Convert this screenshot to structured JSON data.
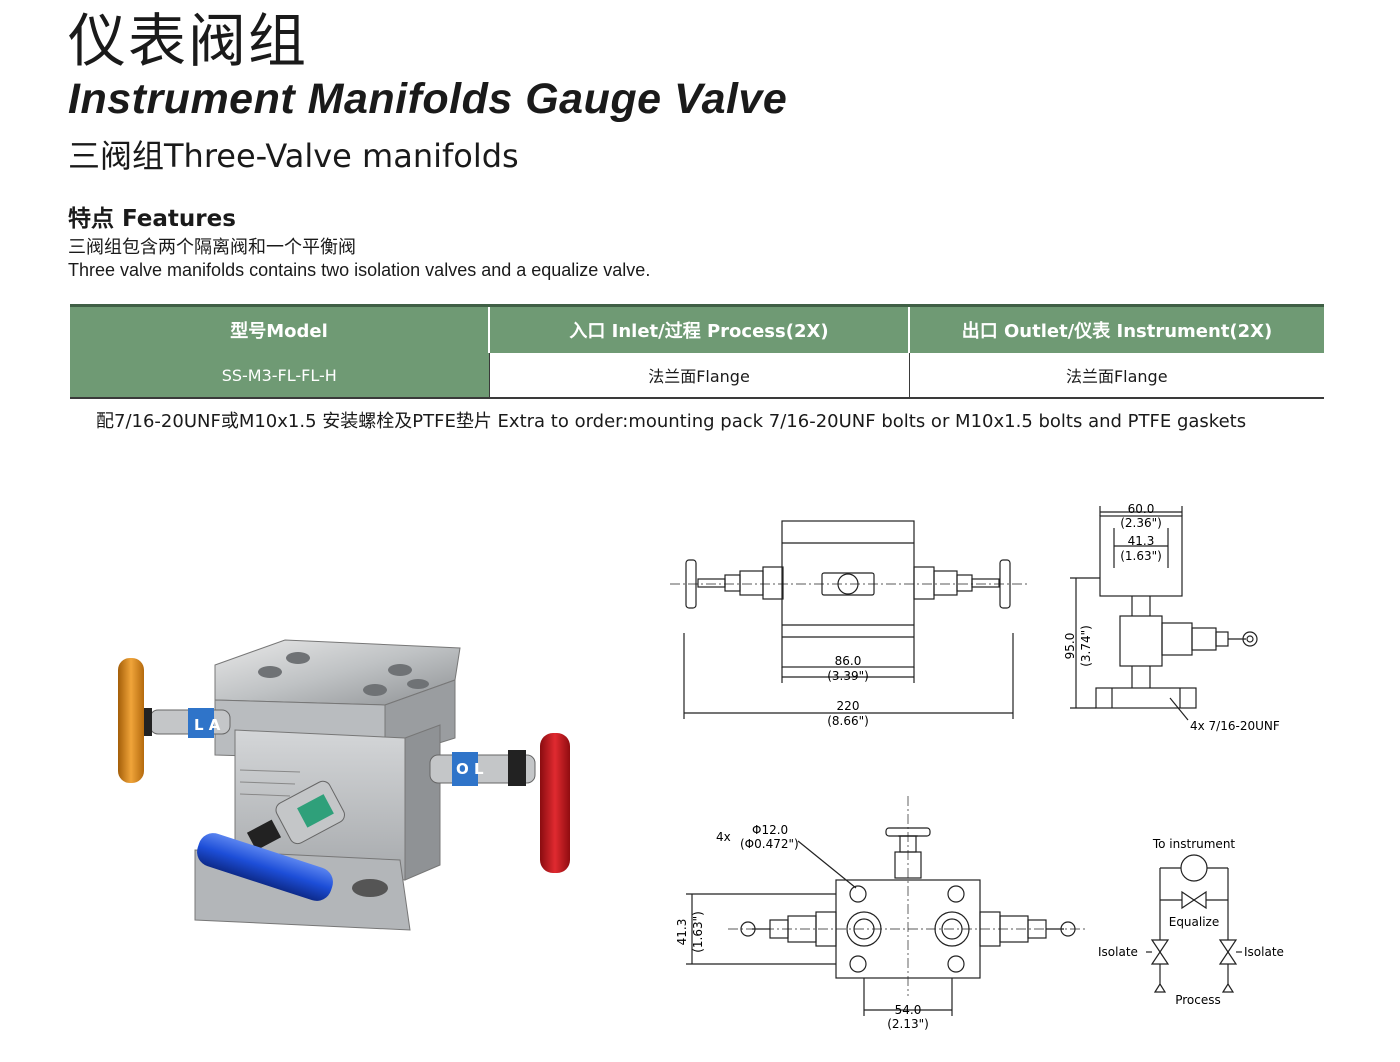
{
  "header": {
    "title_cn": "仪表阀组",
    "title_en": "Instrument  Manifolds Gauge Valve",
    "subtitle": "三阀组Three-Valve manifolds"
  },
  "features": {
    "title": "特点 Features",
    "description_cn": "三阀组包含两个隔离阀和一个平衡阀",
    "description_en": "Three valve manifolds contains two isolation valves and a equalize valve."
  },
  "spec_table": {
    "headers": [
      "型号Model",
      "入口 Inlet/过程 Process(2X)",
      "出口 Outlet/仪表 Instrument(2X)"
    ],
    "rows": [
      [
        "SS-M3-FL-FL-H",
        "法兰面Flange",
        "法兰面Flange"
      ]
    ]
  },
  "note": "配7/16-20UNF或M10x1.5 安装螺栓及PTFE垫片  Extra to order:mounting pack 7/16-20UNF bolts or M10x1.5 bolts and PTFE gaskets",
  "drawings": {
    "front_view": {
      "dim_86": "86.0",
      "dim_86_in": "(3.39\")",
      "dim_220": "220",
      "dim_220_in": "(8.66\")"
    },
    "side_view": {
      "dim_60": "60.0",
      "dim_60_in": "(2.36\")",
      "dim_41": "41.3",
      "dim_41_in": "(1.63\")",
      "dim_95": "95.0",
      "dim_95_in": "(3.74\")",
      "thread": "4x 7/16-20UNF"
    },
    "bottom_view": {
      "hole_count": "4x",
      "hole_dia": "Φ12.0",
      "hole_dia_in": "(Φ0.472\")",
      "dim_41": "41.3",
      "dim_41_in": "(1.63\")",
      "dim_54": "54.0",
      "dim_54_in": "(2.13\")"
    },
    "schematic": {
      "to_instrument": "To instrument",
      "equalize": "Equalize",
      "isolate_left": "Isolate",
      "isolate_right": "Isolate",
      "process": "Process"
    }
  },
  "colors": {
    "table_header": "#6f9a74",
    "handle_orange": "#d98a1a",
    "handle_red": "#c8141c",
    "handle_blue": "#1d4ed8"
  }
}
